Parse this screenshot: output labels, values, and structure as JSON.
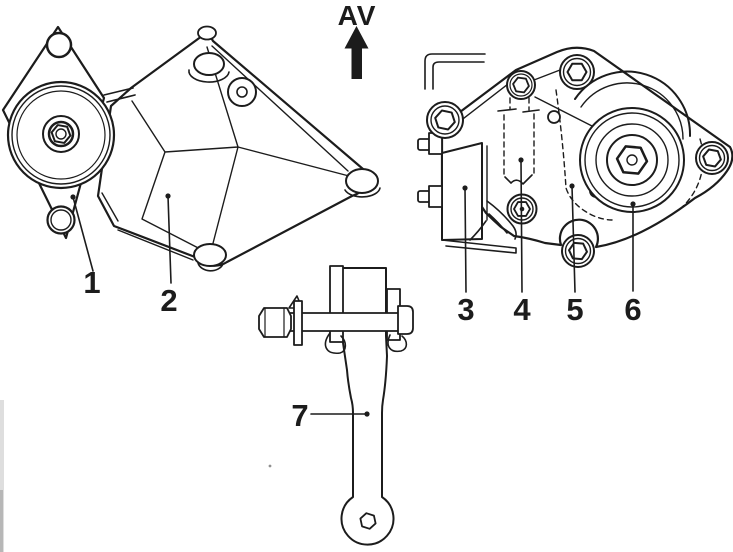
{
  "figure": {
    "colors": {
      "ink": "#1c1c1c",
      "paper": "#ffffff"
    },
    "direction_indicator": {
      "label": "AV"
    },
    "callouts": [
      {
        "label": "1"
      },
      {
        "label": "2"
      },
      {
        "label": "3"
      },
      {
        "label": "4"
      },
      {
        "label": "5"
      },
      {
        "label": "6"
      },
      {
        "label": "7"
      }
    ]
  }
}
